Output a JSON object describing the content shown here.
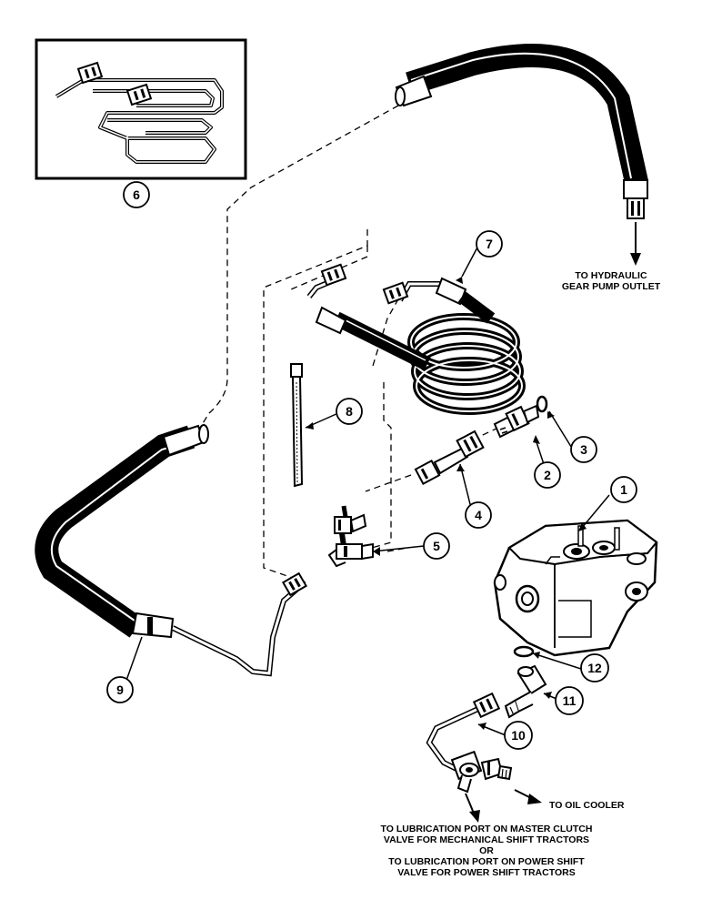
{
  "callouts": {
    "c1": "1",
    "c2": "2",
    "c3": "3",
    "c4": "4",
    "c5": "5",
    "c6": "6",
    "c7": "7",
    "c8": "8",
    "c9": "9",
    "c10": "10",
    "c11": "11",
    "c12": "12"
  },
  "labels": {
    "hydraulic": [
      "TO HYDRAULIC",
      "GEAR PUMP OUTLET"
    ],
    "oil_cooler": "TO OIL COOLER",
    "lubrication": [
      "TO LUBRICATION PORT ON MASTER CLUTCH",
      "VALVE FOR MECHANICAL SHIFT TRACTORS",
      "OR",
      "TO LUBRICATION PORT ON POWER SHIFT",
      "VALVE FOR POWER SHIFT TRACTORS"
    ]
  }
}
